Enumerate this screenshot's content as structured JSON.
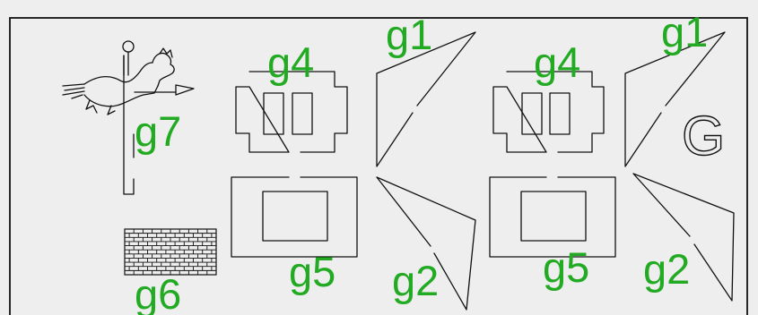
{
  "colors": {
    "background": "#eeeeee",
    "line": "#111111",
    "label": "#22aa22"
  },
  "labels": {
    "rooster": "g7",
    "brick_grid": "g6",
    "box_left_top": "g4",
    "box_left_bottom": "g5",
    "triangle_left_top": "g1",
    "triangle_left_bottom": "g2",
    "box_right_top": "g4",
    "box_right_bottom": "g5",
    "triangle_right_top": "g1",
    "triangle_right_bottom": "g2"
  },
  "letter": "G"
}
